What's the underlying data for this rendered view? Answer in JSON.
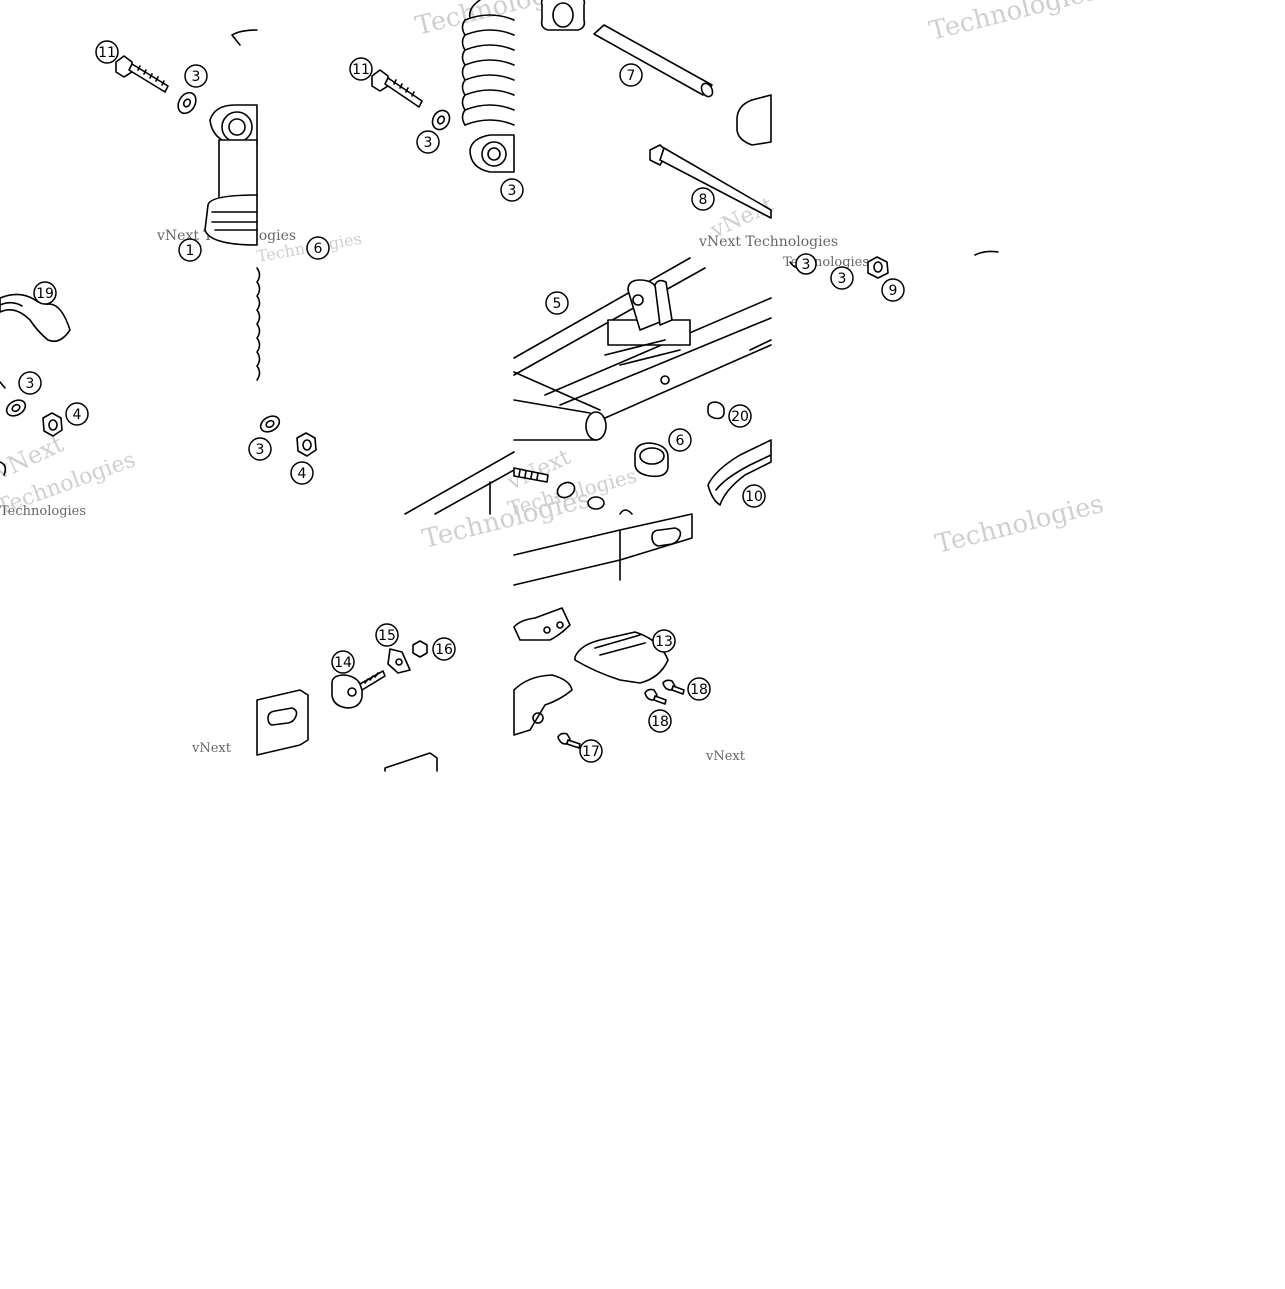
{
  "diagram": {
    "watermarks": {
      "line1": "vNext",
      "line2": "Technologies",
      "combined": "vNext Technologies"
    },
    "callouts": [
      "1",
      "3",
      "4",
      "5",
      "6",
      "7",
      "8",
      "9",
      "10",
      "11",
      "13",
      "14",
      "15",
      "16",
      "17",
      "18",
      "19",
      "20"
    ]
  }
}
